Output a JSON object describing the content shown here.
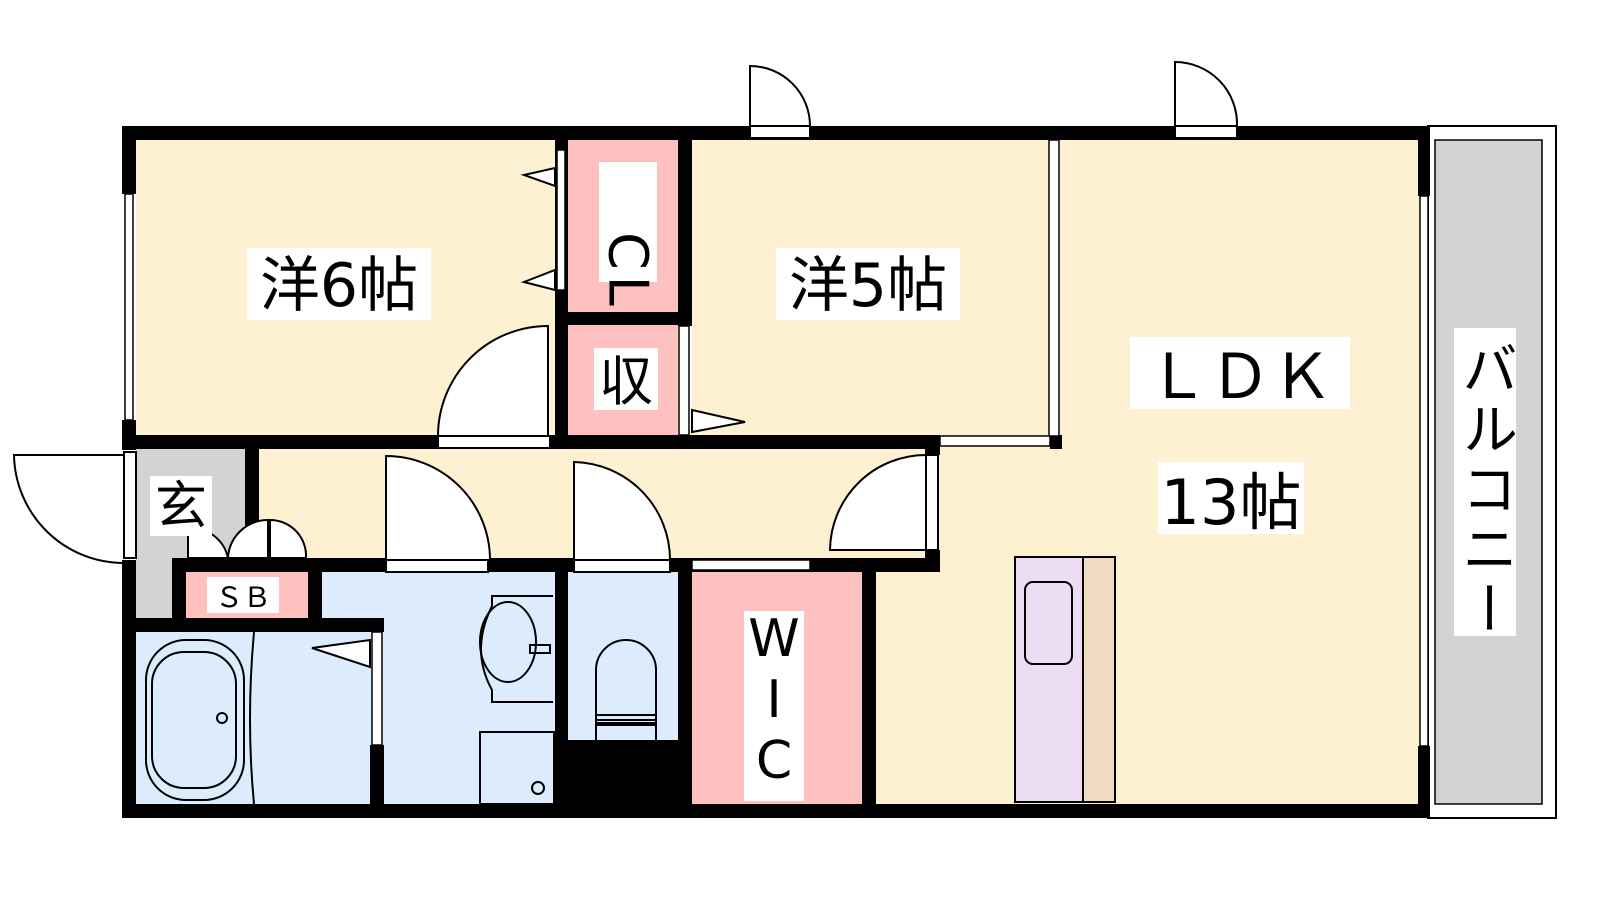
{
  "floorplan": {
    "rooms": {
      "western6": "洋6帖",
      "western5": "洋5帖",
      "closet": "CL",
      "storage": "収",
      "ldk": "ＬＤＫ",
      "ldk_size": "13帖",
      "entrance": "玄",
      "shoebox": "ＳＢ",
      "wic": [
        "W",
        "I",
        "C"
      ],
      "balcony": "バルコニー"
    },
    "colors": {
      "room": "#fdf1d2",
      "storage": "#ffc0c0",
      "wet": "#dcecfc",
      "entrance": "#d3d3d3",
      "kitchen": "#ecdcf4",
      "counter": "#f0dcc0"
    }
  }
}
